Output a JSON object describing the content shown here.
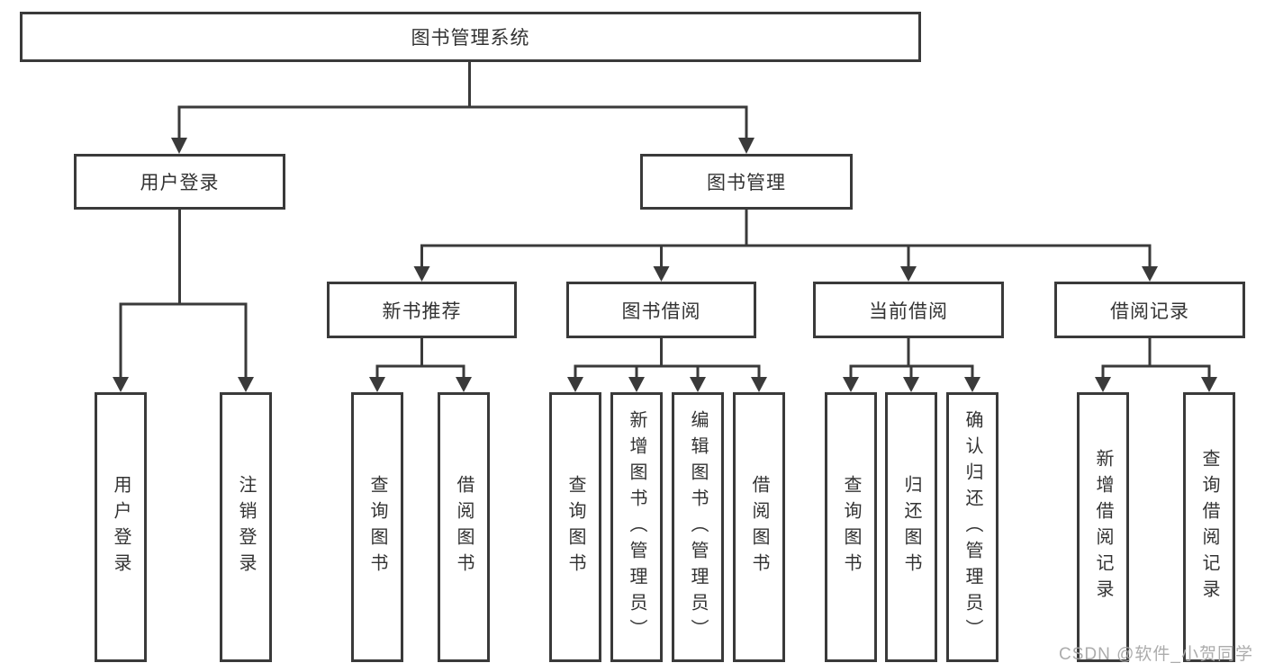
{
  "diagram": {
    "title": "图书管理系统",
    "line_color": "#3a3a3a",
    "text_color": "#333333",
    "background": "#ffffff",
    "nodes": {
      "root": "图书管理系统",
      "user_login": "用户登录",
      "book_mgmt": "图书管理",
      "new_book": "新书推荐",
      "book_borrow": "图书借阅",
      "current_borrow": "当前借阅",
      "borrow_records": "借阅记录",
      "ul_login": "用户登录",
      "ul_logout": "注销登录",
      "nb_query": "查询图书",
      "nb_borrow": "借阅图书",
      "bb_query": "查询图书",
      "bb_add": "新增图书（管理员）",
      "bb_edit": "编辑图书（管理员）",
      "bb_borrow": "借阅图书",
      "cb_query": "查询图书",
      "cb_return": "归还图书",
      "cb_confirm": "确认归还（管理员）",
      "br_add": "新增借阅记录",
      "br_query": "查询借阅记录"
    },
    "hierarchy": {
      "图书管理系统": {
        "用户登录": [
          "用户登录",
          "注销登录"
        ],
        "图书管理": {
          "新书推荐": [
            "查询图书",
            "借阅图书"
          ],
          "图书借阅": [
            "查询图书",
            "新增图书（管理员）",
            "编辑图书（管理员）",
            "借阅图书"
          ],
          "当前借阅": [
            "查询图书",
            "归还图书",
            "确认归还（管理员）"
          ],
          "借阅记录": [
            "新增借阅记录",
            "查询借阅记录"
          ]
        }
      }
    }
  },
  "watermark": "CSDN @软件_小贺同学"
}
